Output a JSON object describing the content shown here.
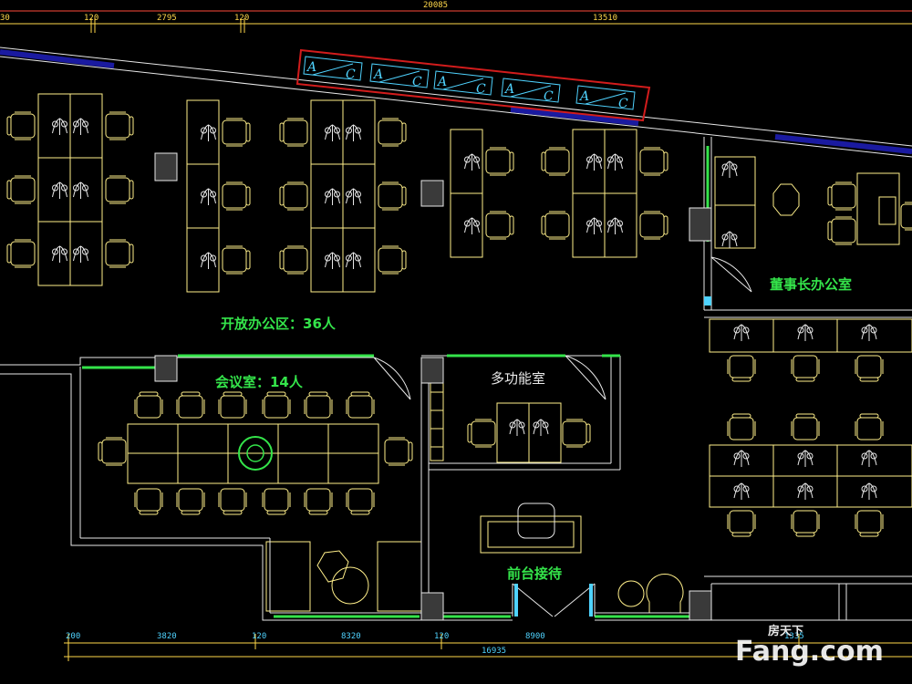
{
  "plan": {
    "top_dims": {
      "left_edge": "30",
      "d1": "120",
      "d2": "2795",
      "d3": "120",
      "total": "20085",
      "right": "13510"
    },
    "bottom_dims": {
      "d1": "200",
      "d2": "3820",
      "d3": "120",
      "d4": "8320",
      "d5": "120",
      "d6": "8900",
      "d7": "1335",
      "total": "16935"
    },
    "rooms": {
      "open_office": "开放办公区：36人",
      "meeting": "会议室：14人",
      "multi": "多功能室",
      "reception": "前台接待",
      "chairman": "董事长办公室"
    },
    "ac_units": [
      {
        "a": "A",
        "c": "C"
      },
      {
        "a": "A",
        "c": "C"
      },
      {
        "a": "A",
        "c": "C"
      },
      {
        "a": "A",
        "c": "C"
      },
      {
        "a": "A",
        "c": "C"
      }
    ],
    "colors": {
      "wall": "#e8e8e8",
      "furniture": "#ffef8a",
      "dim": "#ffd84a",
      "label": "#34e44a",
      "glass": "#1a1aa0",
      "ac_frame": "#d21c1c",
      "ac": "#4fd3ff"
    }
  },
  "watermark": {
    "brand": "Fang.com",
    "sub": "房天下"
  }
}
